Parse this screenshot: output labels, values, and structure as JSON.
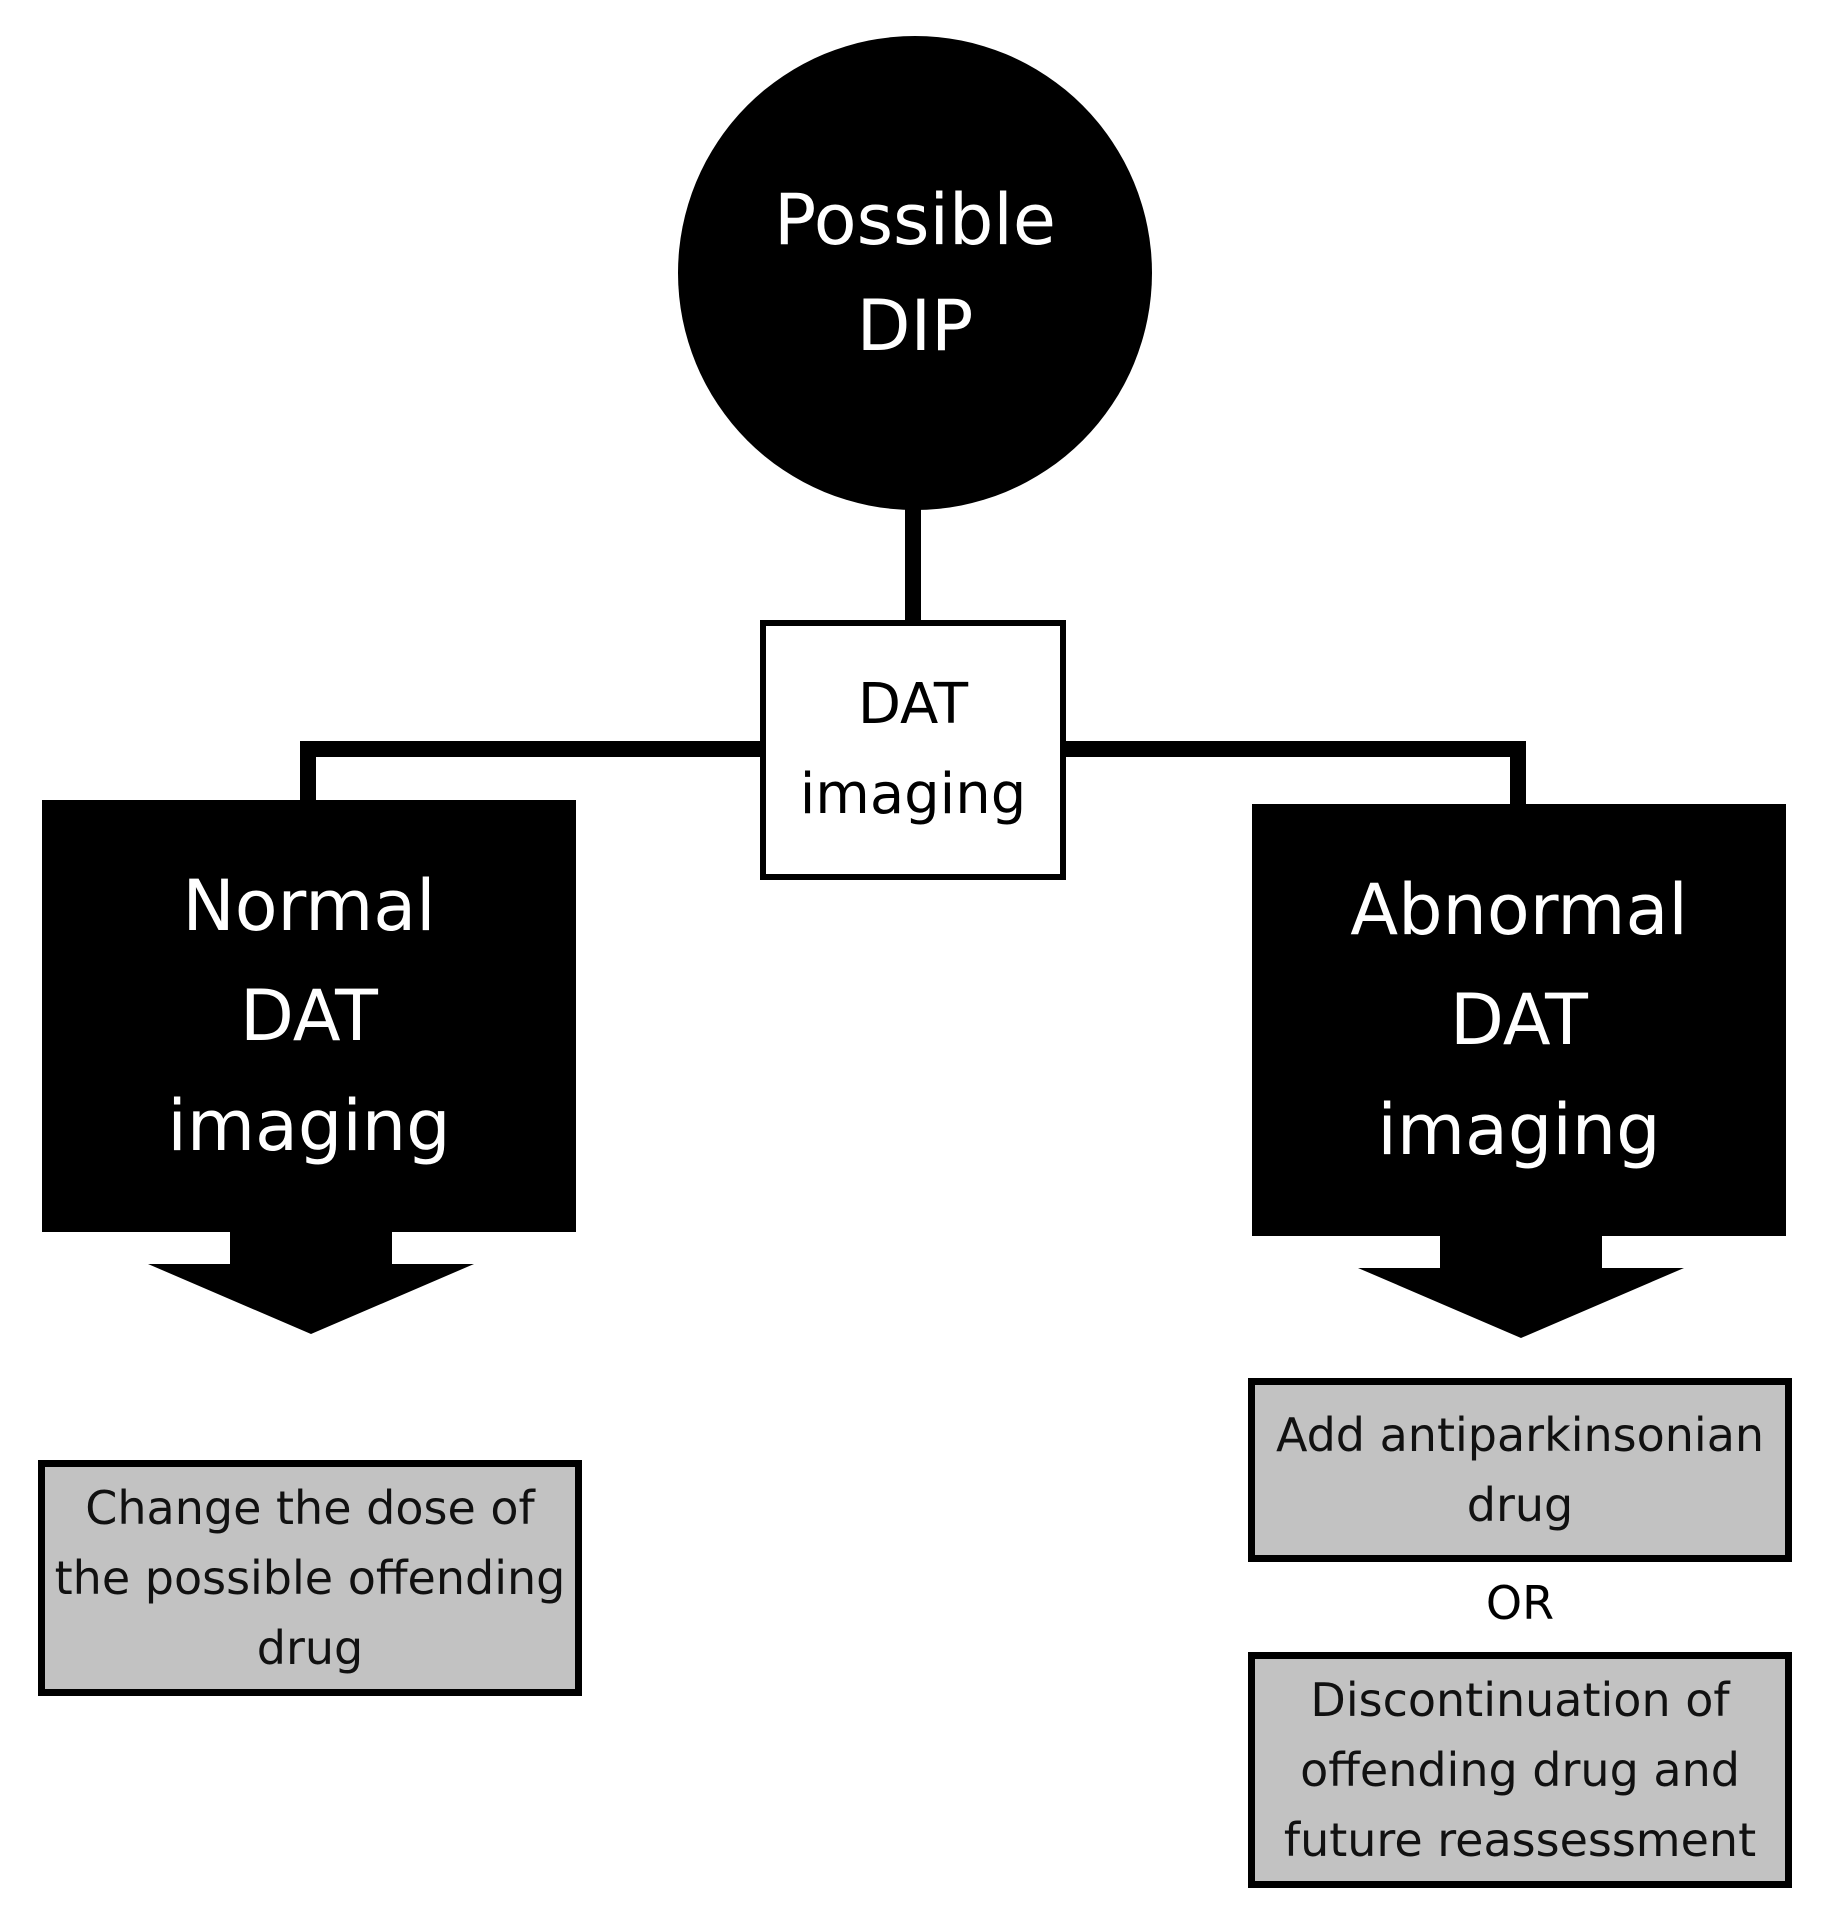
{
  "root": {
    "label": "Possible\nDIP"
  },
  "test": {
    "label": "DAT\nimaging"
  },
  "left_result": {
    "label": "Normal\nDAT\nimaging"
  },
  "right_result": {
    "label": "Abnormal\nDAT\nimaging"
  },
  "left_action": {
    "label": "Change the dose of\nthe possible offending\ndrug"
  },
  "right_action_1": {
    "label": "Add antiparkinsonian\ndrug"
  },
  "right_or": {
    "label": "OR"
  },
  "right_action_2": {
    "label": "Discontinuation of\noffending drug and\nfuture reassessment"
  },
  "colors": {
    "node_fill": "#000000",
    "action_fill": "#c2c2c2",
    "text_on_dark": "#ffffff"
  }
}
